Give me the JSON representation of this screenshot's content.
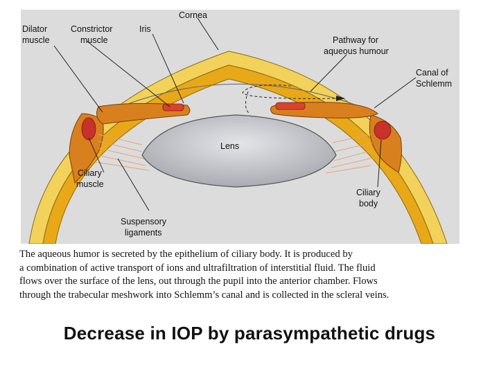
{
  "diagram": {
    "labels": {
      "cornea": "Cornea",
      "dilator_line1": "Dilator",
      "dilator_line2": "muscle",
      "constrictor_line1": "Constrictor",
      "constrictor_line2": "muscle",
      "iris": "Iris",
      "pathway_line1": "Pathway for",
      "pathway_line2": "aqueous humour",
      "canal_line1": "Canal of",
      "canal_line2": "Schlemm",
      "lens": "Lens",
      "ciliary_muscle_line1": "Ciliary",
      "ciliary_muscle_line2": "muscle",
      "ciliary_body_line1": "Ciliary",
      "ciliary_body_line2": "body",
      "suspensory_line1": "Suspensory",
      "suspensory_line2": "ligaments"
    },
    "colors": {
      "panel": "#dcdcdc",
      "sclera_band": "#e8b020",
      "sclera_outer": "#f2d25a",
      "iris_tissue": "#d9801e",
      "constrictor": "#d8432a",
      "lens_fill": "#c4c6cc",
      "ligaments": "#e9a27a"
    }
  },
  "caption": {
    "line1": "The aqueous humor is secreted by the epithelium of ciliary body. It is produced by",
    "line2": "a combination of active transport of ions and ultrafiltration of interstitial fluid. The fluid",
    "line3": "flows over the surface of the lens, out through the pupil into the anterior chamber. Flows",
    "line4": "through the trabecular meshwork into Schlemm’s canal and is collected in the scleral veins."
  },
  "title": "Decrease in IOP by parasympathetic drugs"
}
